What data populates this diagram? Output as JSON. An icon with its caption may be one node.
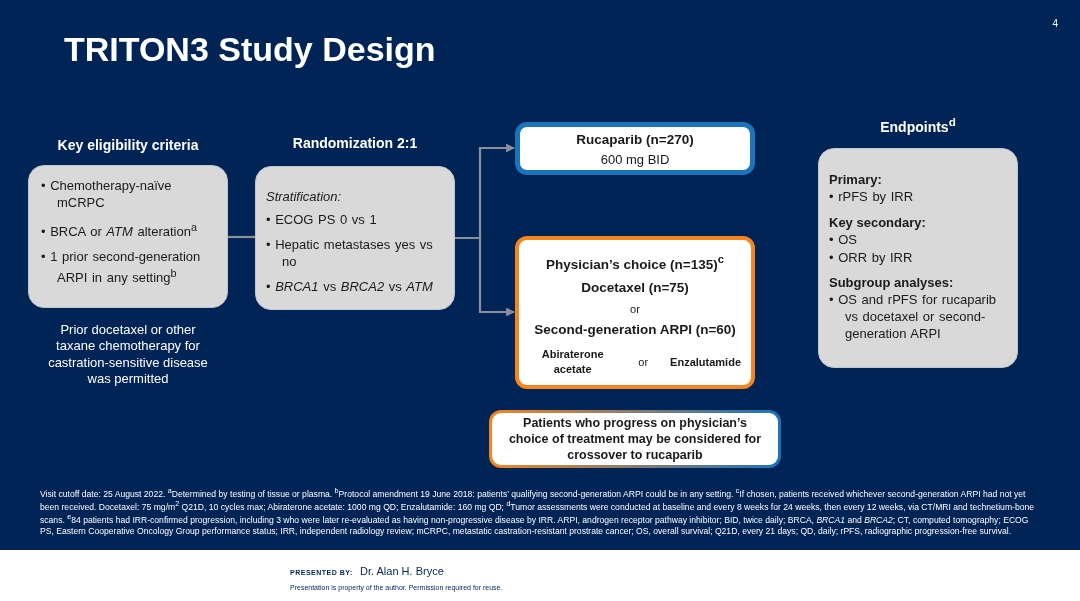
{
  "diagram": {
    "title": "TRITON3 Study Design",
    "nodes": [
      {
        "text": [
          "Key eligibility criteria",
          "• Chemotherapy-naïve mCRPC",
          "• BRCA or *ATM* alteration$^{a}$",
          "• 1 prior second-generation ARPI in any setting$^{b}$"
        ],
        "beside": [
          "Prior docetaxel or other taxane chemotherapy for castration-sensitive disease was permitted"
        ]
      },
      {
        "text": [
          "Randomization 2:1",
          "Stratification:",
          "• ECOG PS 0 vs 1",
          "• Hepatic metastases yes vs no",
          "• *BRCA1* vs *BRCA2* vs *ATM*"
        ]
      },
      {
        "text": [
          "Rucaparib (n=270)",
          "600 mg BID"
        ]
      },
      {
        "text": [
          "Physician’s choice (n=135)$^{c}$",
          "Docetaxel (n=75)",
          "or",
          "Second-generation ARPI (n=60)",
          "Abiraterone acetate",
          "or",
          "Enzalutamide"
        ]
      },
      {
        "text": [
          "Patients who progress on physician’s choice of treatment may be considered for crossover to rucaparib"
        ]
      },
      {
        "text": [
          "Endpoints$^{d}$",
          "Primary:",
          "• rPFS by IRR",
          "**Key secondary**:",
          "• OS",
          "• ORR by IRR",
          "Subgroup analyses:",
          "• OS and rPFS for rucaparib vs docetaxel or second-generation ARPI"
        ]
      }
    ],
    "edges": [
      {
        "from": 0,
        "to": 1,
        "arrow": "none"
      },
      {
        "from": 1,
        "to": 2,
        "arrow": "to"
      },
      {
        "from": 1,
        "to": 3,
        "arrow": "to"
      }
    ],
    "labels": [
      "4",
      "Visit cutoff date: 25 August 2022. $^{a}$Determined by testing of tissue or plasma. $^{b}$Protocol amendment 19 June 2018: patients’ qualifying second-generation ARPI could be in any setting. $^{c}$If chosen, patients received whichever second-generation ARPI had not yet been received. Docetaxel: 75 mg/m$^{2}$ Q21D, 10 cycles max; Abiraterone acetate: 1000 mg QD; Enzalutamide: 160 mg QD; $^{d}$Tumor assessments were conducted at baseline and every 8 weeks for 24 weeks, then every 12 weeks, via CT/MRI and technetium-bone scans. $^{e}$84 patients had IRR-confirmed progression, including 3 who were later re-evaluated as having non-progressive disease by IRR. ARPI, androgen receptor pathway inhibitor; BID, twice daily; BRCA, *BRCA1* and *BRCA2*; CT, computed tomography; ECOG PS, Eastern Cooperative Oncology Group performance status; IRR, independent radiology review; mCRPC, metastatic castration-resistant prostrate cancer; OS, overall survival; Q21D, every 21 days; QD, daily; rPFS, radiographic progression-free survival.",
      "PRESENTED BY:",
      "Dr. Alan H. Bryce",
      "Presentation is property of the author. Permission required for reuse."
    ]
  }
}
